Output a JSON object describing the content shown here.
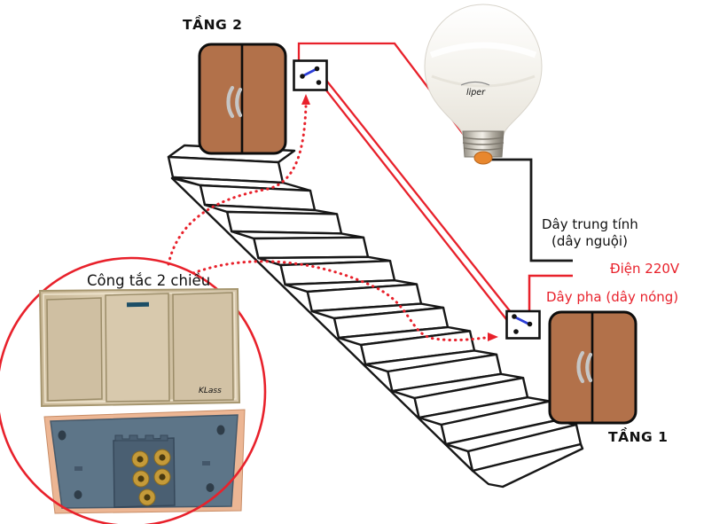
{
  "diagram": {
    "floor2_label": "TẦNG 2",
    "floor1_label": "TẦNG 1",
    "switch_callout_label": "Công tắc 2 chiều",
    "neutral_label_line1": "Dây trung tính",
    "neutral_label_line2": "(dây nguội)",
    "power_label": "Điện 220V",
    "phase_label": "Dây pha (dây nóng)",
    "bulb_brand": "liper",
    "switch_brand": "KLass"
  },
  "colors": {
    "wire_red": "#e8212b",
    "neutral_black": "#1a1a1a",
    "cabinet_brown": "#b2714a",
    "lever_blue": "#2c3ed8",
    "callout_red": "#e8212b",
    "switch_plate_gold": "#d5c5a9",
    "switch_back_blue": "#5d7588",
    "brass": "#c49a39",
    "bulb_tip_orange": "#e8872e"
  }
}
